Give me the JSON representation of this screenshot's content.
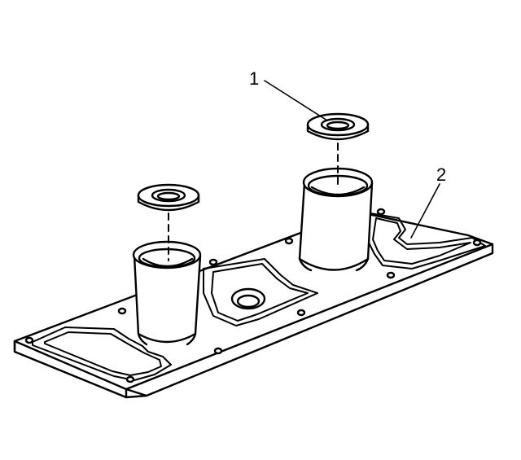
{
  "diagram": {
    "callouts": [
      {
        "id": "callout-1",
        "label": "1"
      },
      {
        "id": "callout-2",
        "label": "2"
      }
    ],
    "colors": {
      "stroke": "#000000",
      "background": "#ffffff"
    }
  }
}
